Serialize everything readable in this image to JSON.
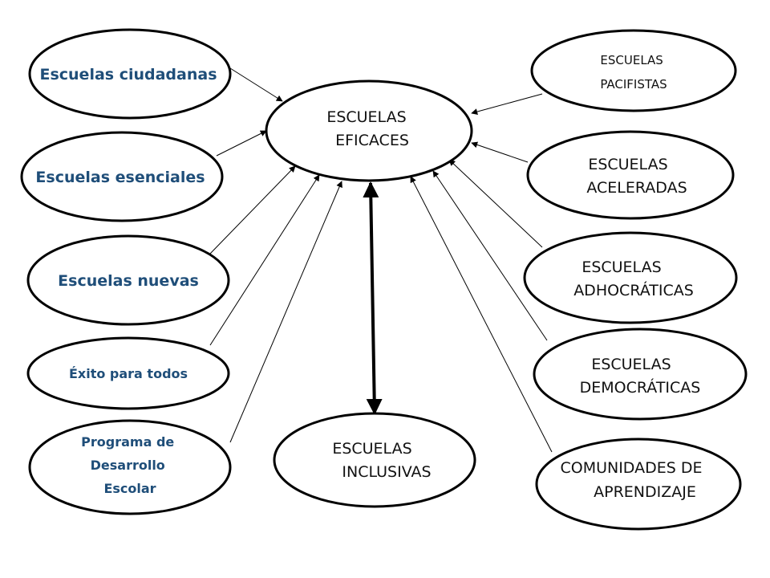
{
  "diagram": {
    "center": {
      "lines": [
        "ESCUELAS",
        "EFICACES"
      ]
    },
    "left_nodes": [
      {
        "lines": [
          "Escuelas ciudadanas"
        ]
      },
      {
        "lines": [
          "Escuelas esenciales"
        ]
      },
      {
        "lines": [
          "Escuelas nuevas"
        ]
      },
      {
        "lines": [
          "Éxito para todos"
        ]
      },
      {
        "lines": [
          "Programa de",
          "Desarrollo",
          "Escolar"
        ]
      }
    ],
    "bottom_node": {
      "lines": [
        "ESCUELAS",
        "INCLUSIVAS"
      ]
    },
    "right_nodes": [
      {
        "lines": [
          "ESCUELAS",
          "PACIFISTAS"
        ]
      },
      {
        "lines": [
          "ESCUELAS",
          "ACELERADAS"
        ]
      },
      {
        "lines": [
          "ESCUELAS",
          "ADHOCRÁTICAS"
        ]
      },
      {
        "lines": [
          "ESCUELAS",
          "DEMOCRÁTICAS"
        ]
      },
      {
        "lines": [
          "COMUNIDADES DE",
          "APRENDIZAJE"
        ]
      }
    ],
    "colors": {
      "left_text": "#1f4e79",
      "right_text": "#111111",
      "outline": "#000000"
    }
  }
}
